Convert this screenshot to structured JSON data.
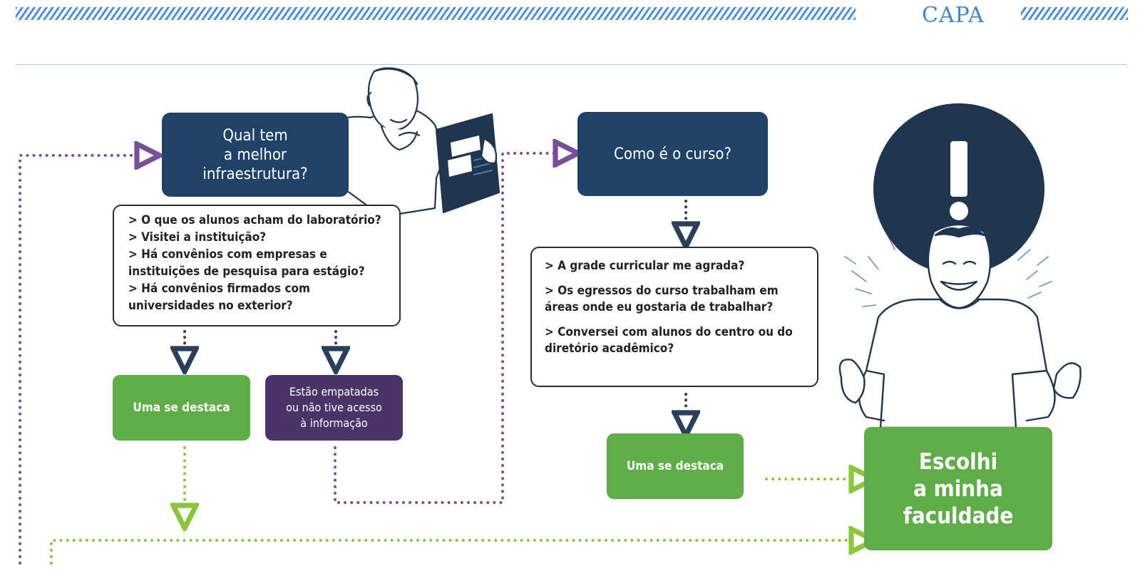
{
  "header": {
    "section": "CAPA"
  },
  "boxes": {
    "infra_title": "Qual tem\na melhor\ninfraestrutura?",
    "infra_questions": [
      "> O que os alunos acham do laboratório?",
      "> Visitei a instituição?",
      "> Há convênios com empresas e",
      "instituições de pesquisa para estágio?",
      "> Há convênios firmados com",
      "universidades no exterior?"
    ],
    "infra_stands_out": "Uma se destaca",
    "infra_tied": "Estão empatadas\nou não tive acesso\nà informação",
    "course_title": "Como é o curso?",
    "course_questions": [
      "> A grade curricular me agrada?",
      "",
      "> Os egressos do curso trabalham em",
      "áreas onde eu gostaria de trabalhar?",
      "",
      "> Conversei com alunos do centro ou do",
      "diretório acadêmico?"
    ],
    "course_stands_out": "Uma se destaca",
    "result": "Escolhi\na minha\nfaculdade"
  },
  "colors": {
    "navy": "#1f4266",
    "green": "#5fad49",
    "purple": "#4a3366",
    "blue_accent": "#3f86d0",
    "purple_dots": "#7a4f9a",
    "green_dots": "#8cc63f",
    "navy_dots": "#2a3f5a"
  },
  "illustrations": [
    "man-reading-document-icon",
    "man-celebrating-icon",
    "exclamation-icon"
  ]
}
